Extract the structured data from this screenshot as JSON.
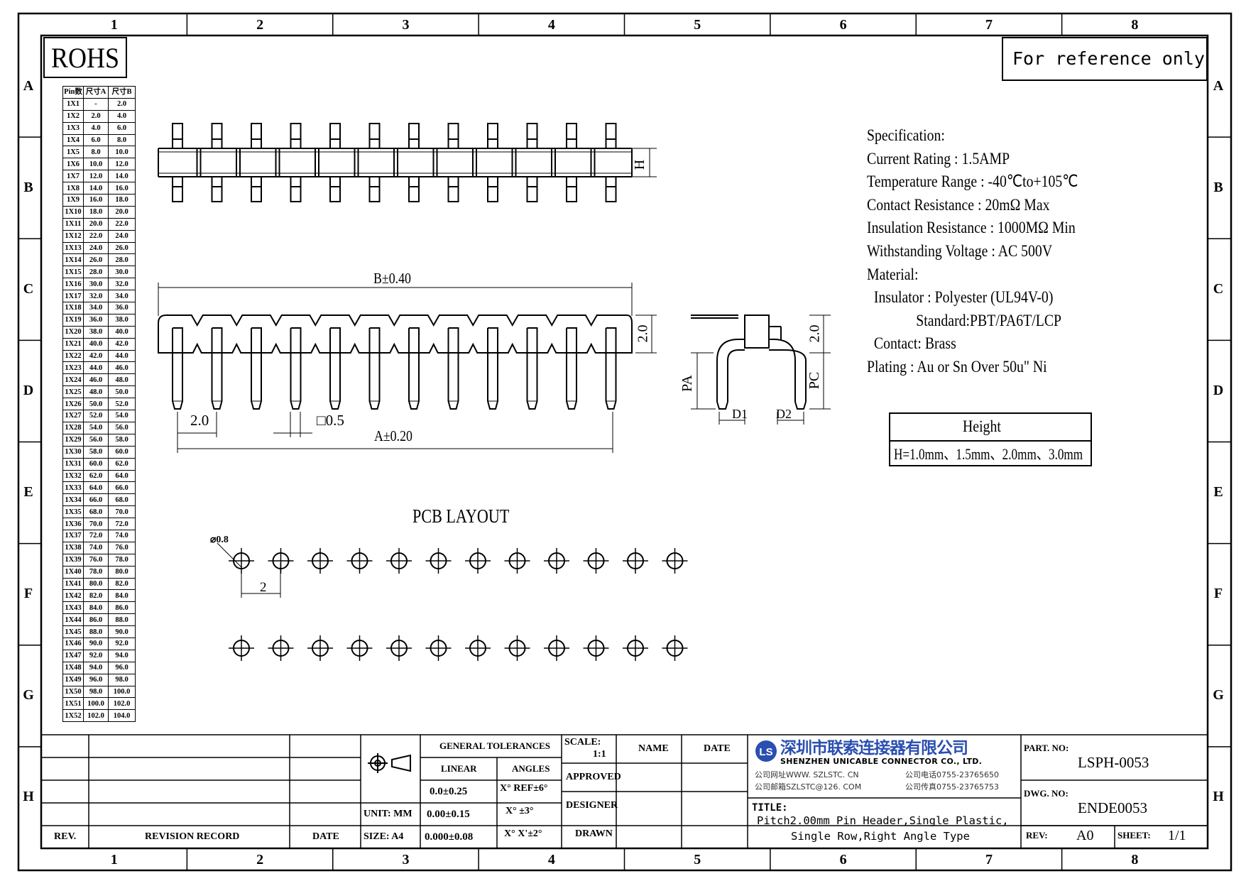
{
  "stamp": {
    "rohs": "ROHS",
    "reference_note": "For reference only"
  },
  "grid": {
    "columns": [
      "1",
      "2",
      "3",
      "4",
      "5",
      "6",
      "7",
      "8"
    ],
    "rows": [
      "A",
      "B",
      "C",
      "D",
      "E",
      "F",
      "G",
      "H"
    ]
  },
  "pin_table": {
    "headers": [
      "Pin数",
      "尺寸A",
      "尺寸B"
    ],
    "rows": [
      [
        "1X1",
        "-",
        "2.0"
      ],
      [
        "1X2",
        "2.0",
        "4.0"
      ],
      [
        "1X3",
        "4.0",
        "6.0"
      ],
      [
        "1X4",
        "6.0",
        "8.0"
      ],
      [
        "1X5",
        "8.0",
        "10.0"
      ],
      [
        "1X6",
        "10.0",
        "12.0"
      ],
      [
        "1X7",
        "12.0",
        "14.0"
      ],
      [
        "1X8",
        "14.0",
        "16.0"
      ],
      [
        "1X9",
        "16.0",
        "18.0"
      ],
      [
        "1X10",
        "18.0",
        "20.0"
      ],
      [
        "1X11",
        "20.0",
        "22.0"
      ],
      [
        "1X12",
        "22.0",
        "24.0"
      ],
      [
        "1X13",
        "24.0",
        "26.0"
      ],
      [
        "1X14",
        "26.0",
        "28.0"
      ],
      [
        "1X15",
        "28.0",
        "30.0"
      ],
      [
        "1X16",
        "30.0",
        "32.0"
      ],
      [
        "1X17",
        "32.0",
        "34.0"
      ],
      [
        "1X18",
        "34.0",
        "36.0"
      ],
      [
        "1X19",
        "36.0",
        "38.0"
      ],
      [
        "1X20",
        "38.0",
        "40.0"
      ],
      [
        "1X21",
        "40.0",
        "42.0"
      ],
      [
        "1X22",
        "42.0",
        "44.0"
      ],
      [
        "1X23",
        "44.0",
        "46.0"
      ],
      [
        "1X24",
        "46.0",
        "48.0"
      ],
      [
        "1X25",
        "48.0",
        "50.0"
      ],
      [
        "1X26",
        "50.0",
        "52.0"
      ],
      [
        "1X27",
        "52.0",
        "54.0"
      ],
      [
        "1X28",
        "54.0",
        "56.0"
      ],
      [
        "1X29",
        "56.0",
        "58.0"
      ],
      [
        "1X30",
        "58.0",
        "60.0"
      ],
      [
        "1X31",
        "60.0",
        "62.0"
      ],
      [
        "1X32",
        "62.0",
        "64.0"
      ],
      [
        "1X33",
        "64.0",
        "66.0"
      ],
      [
        "1X34",
        "66.0",
        "68.0"
      ],
      [
        "1X35",
        "68.0",
        "70.0"
      ],
      [
        "1X36",
        "70.0",
        "72.0"
      ],
      [
        "1X37",
        "72.0",
        "74.0"
      ],
      [
        "1X38",
        "74.0",
        "76.0"
      ],
      [
        "1X39",
        "76.0",
        "78.0"
      ],
      [
        "1X40",
        "78.0",
        "80.0"
      ],
      [
        "1X41",
        "80.0",
        "82.0"
      ],
      [
        "1X42",
        "82.0",
        "84.0"
      ],
      [
        "1X43",
        "84.0",
        "86.0"
      ],
      [
        "1X44",
        "86.0",
        "88.0"
      ],
      [
        "1X45",
        "88.0",
        "90.0"
      ],
      [
        "1X46",
        "90.0",
        "92.0"
      ],
      [
        "1X47",
        "92.0",
        "94.0"
      ],
      [
        "1X48",
        "94.0",
        "96.0"
      ],
      [
        "1X49",
        "96.0",
        "98.0"
      ],
      [
        "1X50",
        "98.0",
        "100.0"
      ],
      [
        "1X51",
        "100.0",
        "102.0"
      ],
      [
        "1X52",
        "102.0",
        "104.0"
      ]
    ]
  },
  "dimensions": {
    "H": "H",
    "B": "B±0.40",
    "A": "A±0.20",
    "pitch": "2.0",
    "pin_square": "□0.5",
    "body_height": "2.0",
    "PA": "PA",
    "PC": "PC",
    "D1": "D1",
    "D2": "D2",
    "side_height": "2.0"
  },
  "pcb": {
    "title": "PCB LAYOUT",
    "hole_dia": "⌀0.8",
    "pitch": "2"
  },
  "spec": {
    "lines": [
      "Specification:",
      "Current Rating : 1.5AMP",
      "Temperature Range : -40℃to+105℃",
      "Contact Resistance : 20mΩ Max",
      "Insulation Resistance : 1000MΩ Min",
      "Withstanding Voltage : AC 500V",
      "Material:",
      "  Insulator : Polyester (UL94V-0)",
      "              Standard:PBT/PA6T/LCP",
      "  Contact: Brass",
      "Plating : Au or Sn Over 50u\" Ni"
    ]
  },
  "height_box": {
    "title": "Height",
    "value": "H=1.0mm、1.5mm、2.0mm、3.0mm"
  },
  "title_block": {
    "rev_header": "REV.",
    "revision_record": "REVISION RECORD",
    "date_header": "DATE",
    "unit": "UNIT: MM",
    "size": "SIZE: A4",
    "general_tolerances": "GENERAL TOLERANCES",
    "linear": "LINEAR",
    "angles": "ANGLES",
    "tol1": "0.0±0.25",
    "tol2": "0.00±0.15",
    "tol3": "0.000±0.08",
    "ang1": "X° REF±6°",
    "ang2": "X°  ±3°",
    "ang3": "X° X'±2°",
    "scale_label": "SCALE:",
    "scale_value": "1:1",
    "name": "NAME",
    "date": "DATE",
    "approved": "APPROVED",
    "designer": "DESIGNER",
    "drawn": "DRAWN",
    "company_cn": "深圳市联索连接器有限公司",
    "company_en": "SHENZHEN UNICABLE CONNECTOR CO., LTD.",
    "web": "公司网址WWW. SZLSTC. CN",
    "mail": "公司邮箱SZLSTC@126. COM",
    "tel": "公司电话0755-23765650",
    "fax": "公司传真0755-23765753",
    "logo": "LS",
    "title_label": "TITLE:",
    "title_line1": "Pitch2.00mm Pin Header,Single Plastic,",
    "title_line2": "Single Row,Right Angle Type",
    "part_no_label": "PART. NO:",
    "part_no": "LSPH-0053",
    "dwg_no_label": "DWG. NO:",
    "dwg_no": "ENDE0053",
    "rev_label": "REV:",
    "rev": "A0",
    "sheet_label": "SHEET:",
    "sheet": "1/1"
  }
}
